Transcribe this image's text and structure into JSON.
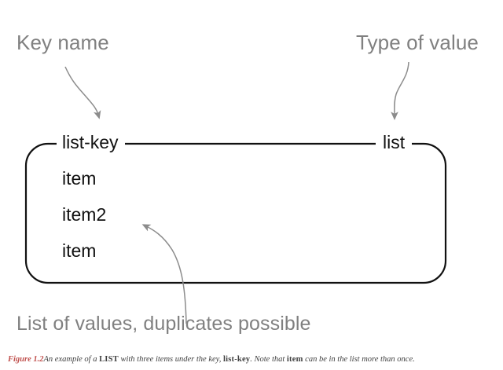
{
  "figure": {
    "background_color": "#ffffff",
    "annotation_color": "#808080",
    "diagram_color": "#111111",
    "figure_number_color": "#c0504d"
  },
  "annotations": {
    "key_name": "Key name",
    "type_of_value": "Type of value",
    "list_of_values": "List of values, duplicates possible"
  },
  "structure": {
    "key": "list-key",
    "type": "list",
    "items": [
      "item",
      "item2",
      "item"
    ]
  },
  "caption": {
    "figure_number": "Figure 1.2",
    "part1": "An example of a ",
    "term1": "LIST",
    "part2": " with three items under the key, ",
    "term2": "list-key",
    "part3": ". Note that ",
    "term3": "item",
    "part4": " can be in the list more than once."
  },
  "arrows": [
    {
      "name": "key-name-arrow",
      "from_label": "Key name",
      "to_target": "list-key",
      "color": "#8c8c8c"
    },
    {
      "name": "type-of-value-arrow",
      "from_label": "Type of value",
      "to_target": "list",
      "color": "#8c8c8c"
    },
    {
      "name": "list-values-arrow",
      "from_label": "List of values, duplicates possible",
      "to_target": "item2",
      "color": "#8c8c8c"
    }
  ]
}
